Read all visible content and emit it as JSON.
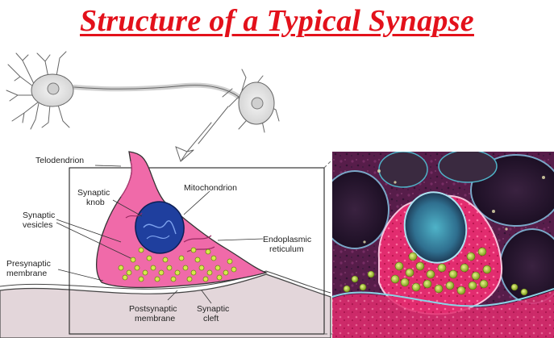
{
  "title": "Structure of a Typical Synapse",
  "labels": {
    "telodendrion": "Telodendrion",
    "synaptic_knob_1": "Synaptic",
    "synaptic_knob_2": "knob",
    "mitochondrion": "Mitochondrion",
    "synaptic_vesicles_1": "Synaptic",
    "synaptic_vesicles_2": "vesicles",
    "endoplasmic_reticulum_1": "Endoplasmic",
    "endoplasmic_reticulum_2": "reticulum",
    "presynaptic_membrane_1": "Presynaptic",
    "presynaptic_membrane_2": "membrane",
    "postsynaptic_membrane_1": "Postsynaptic",
    "postsynaptic_membrane_2": "membrane",
    "synaptic_cleft_1": "Synaptic",
    "synaptic_cleft_2": "cleft"
  },
  "colors": {
    "title": "#e3111b",
    "knob_fill": "#f06aa9",
    "mitochondrion": "#1f3f9e",
    "vesicle": "#b8d434",
    "postsynaptic_fill": "#e3d6da",
    "micrograph_bg": "#2c1a3a"
  }
}
